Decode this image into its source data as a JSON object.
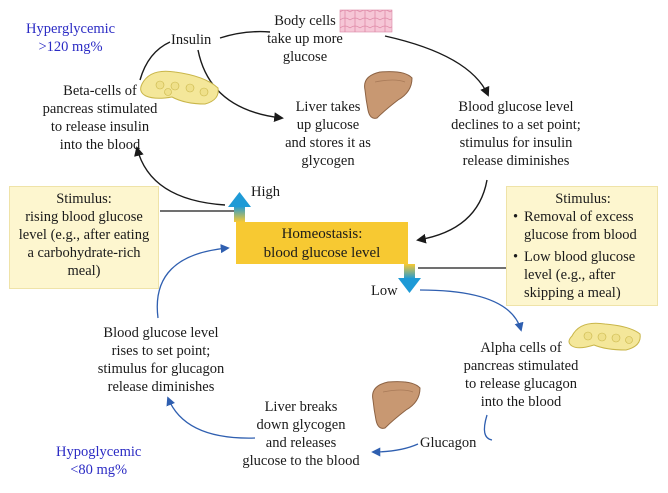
{
  "hyperglycemic": {
    "label": "Hyperglycemic",
    "value": ">120 mg%"
  },
  "hypoglycemic": {
    "label": "Hypoglycemic",
    "value": "<80 mg%"
  },
  "insulin_label": "Insulin",
  "glucagon_label": "Glucagon",
  "body_cells": [
    "Body cells",
    "take up more",
    "glucose"
  ],
  "liver_takes": [
    "Liver takes",
    "up glucose",
    "and stores it as",
    "glycogen"
  ],
  "beta_cells": [
    "Beta-cells of",
    "pancreas stimulated",
    "to release insulin",
    "into the blood"
  ],
  "blood_declines": [
    "Blood glucose level",
    "declines to a set point;",
    "stimulus for insulin",
    "release diminishes"
  ],
  "stimulus_high": {
    "title": "Stimulus:",
    "lines": [
      "rising blood glucose",
      "level (e.g., after eating",
      "a carbohydrate-rich",
      "meal)"
    ]
  },
  "stimulus_low": {
    "title": "Stimulus:",
    "items": [
      [
        "Removal of excess",
        "glucose from blood"
      ],
      [
        "Low blood glucose",
        "level (e.g., after",
        "skipping a meal)"
      ]
    ]
  },
  "homeostasis": [
    "Homeostasis:",
    "blood glucose level"
  ],
  "high_label": "High",
  "low_label": "Low",
  "blood_rises": [
    "Blood glucose level",
    "rises to set point;",
    "stimulus for glucagon",
    "release diminishes"
  ],
  "alpha_cells": [
    "Alpha cells of",
    "pancreas stimulated",
    "to release glucagon",
    "into the blood"
  ],
  "liver_breaks": [
    "Liver breaks",
    "down glycogen",
    "and releases",
    "glucose to the blood"
  ],
  "colors": {
    "homeostasis_box": "#f7c932",
    "stimulus_box": "#fdf6cf",
    "label_blue": "#2b2bc4",
    "arrow_up": "#1e9ad6",
    "arrow_down": "#1e9ad6",
    "cycle_blue": "#2f5fb0"
  }
}
